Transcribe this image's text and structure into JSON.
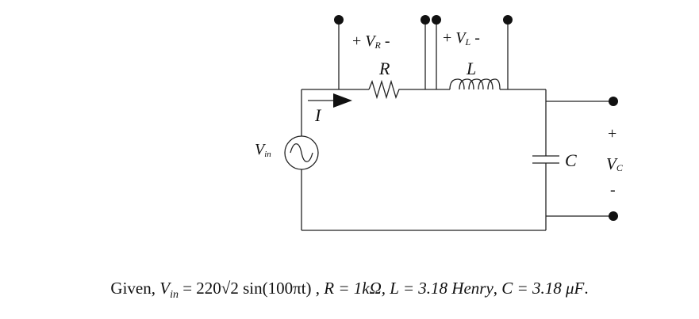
{
  "circuit": {
    "labels": {
      "vin_main": "V",
      "vin_sub": "in",
      "current": "I",
      "vr_plus": "+",
      "vr_main": "V",
      "vr_sub": "R",
      "vr_minus": "-",
      "resistor": "R",
      "vl_plus": "+",
      "vl_main": "V",
      "vl_sub": "L",
      "vl_minus": "-",
      "inductor": "L",
      "capacitor": "C",
      "vc_plus": "+",
      "vc_main": "V",
      "vc_sub": "C",
      "vc_minus": "-"
    }
  },
  "given": {
    "prefix": "Given, ",
    "vin_var": "V",
    "vin_sub": "in",
    "vin_expr": " = 220√2 sin(100πt) , ",
    "r_expr": "R = 1kΩ, ",
    "l_expr": "L = 3.18 ",
    "l_unit": "Henry",
    "l_sep": ", ",
    "c_expr": "C = 3.18 ",
    "c_unit": "μF",
    "end": "."
  }
}
